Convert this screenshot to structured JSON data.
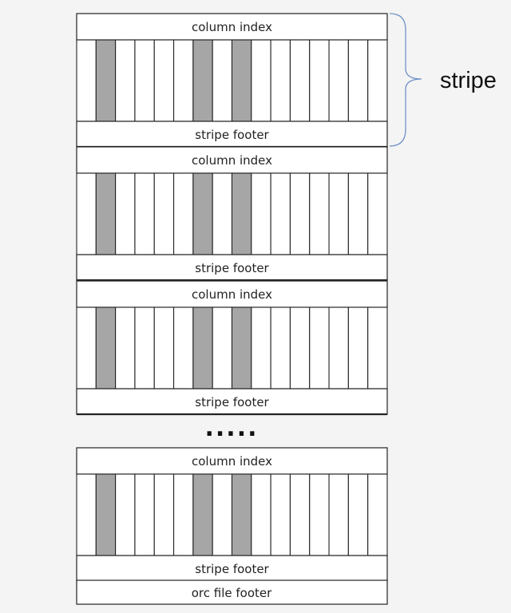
{
  "stripes": [
    {
      "index_label": "column index",
      "footer_label": "stripe footer",
      "column_count": 16,
      "highlighted_columns": [
        1,
        6,
        8
      ]
    },
    {
      "index_label": "column index",
      "footer_label": "stripe footer",
      "column_count": 16,
      "highlighted_columns": [
        1,
        6,
        8
      ]
    },
    {
      "index_label": "column index",
      "footer_label": "stripe footer",
      "column_count": 16,
      "highlighted_columns": [
        1,
        6,
        8
      ]
    },
    {
      "index_label": "column index",
      "footer_label": "stripe footer",
      "column_count": 16,
      "highlighted_columns": [
        1,
        6,
        8
      ]
    }
  ],
  "ellipsis": ".....",
  "file_footer_label": "orc file footer",
  "brace_label": "stripe",
  "colors": {
    "background": "#f4f4f4",
    "box_fill": "#ffffff",
    "border": "#222222",
    "highlight_column": "#a6a6a6",
    "brace": "#6f93c8"
  }
}
